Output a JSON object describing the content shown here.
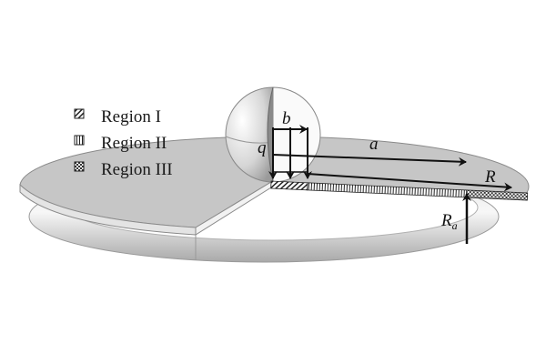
{
  "legend": [
    {
      "label": "Region I",
      "pattern": "diagonal-hatch"
    },
    {
      "label": "Region II",
      "pattern": "vertical-stripes"
    },
    {
      "label": "Region III",
      "pattern": "checker"
    }
  ],
  "labels": {
    "b": "b",
    "q": "q",
    "a": "a",
    "R": "R",
    "Ra_main": "R",
    "Ra_sub": "a"
  },
  "colors": {
    "surface": "#c8c8c8",
    "edge": "#8a8a8a",
    "text": "#1a1a1a"
  }
}
